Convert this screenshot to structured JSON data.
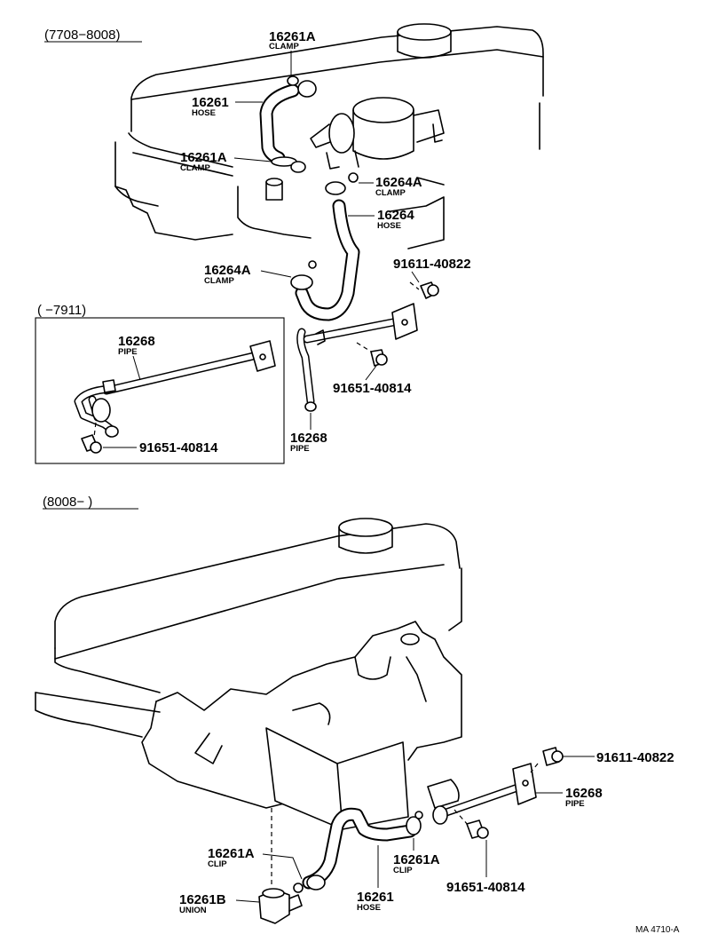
{
  "sections": {
    "top": {
      "range": "(7708−8008)"
    },
    "inset": {
      "range": "(          −7911)"
    },
    "bottom": {
      "range": "(8008−          )"
    }
  },
  "callouts": {
    "top_clamp_a": {
      "number": "16261A",
      "name": "CLAMP"
    },
    "top_hose": {
      "number": "16261",
      "name": "HOSE"
    },
    "top_clamp_b": {
      "number": "16261A",
      "name": "CLAMP"
    },
    "top_clamp_c": {
      "number": "16264A",
      "name": "CLAMP"
    },
    "top_hose_b": {
      "number": "16264",
      "name": "HOSE"
    },
    "top_bolt_a": {
      "number": "91611-40822"
    },
    "top_clamp_d": {
      "number": "16264A",
      "name": "CLAMP"
    },
    "top_bolt_b": {
      "number": "91651-40814"
    },
    "top_pipe": {
      "number": "16268",
      "name": "PIPE"
    },
    "inset_pipe": {
      "number": "16268",
      "name": "PIPE"
    },
    "inset_bolt": {
      "number": "91651-40814"
    },
    "bottom_bolt_a": {
      "number": "91611-40822"
    },
    "bottom_pipe": {
      "number": "16268",
      "name": "PIPE"
    },
    "bottom_clip_a": {
      "number": "16261A",
      "name": "CLIP"
    },
    "bottom_clip_b": {
      "number": "16261A",
      "name": "CLIP"
    },
    "bottom_union": {
      "number": "16261B",
      "name": "UNION"
    },
    "bottom_hose": {
      "number": "16261",
      "name": "HOSE"
    },
    "bottom_bolt_b": {
      "number": "91651-40814"
    }
  },
  "footer": {
    "reference": "MA 4710-A"
  }
}
